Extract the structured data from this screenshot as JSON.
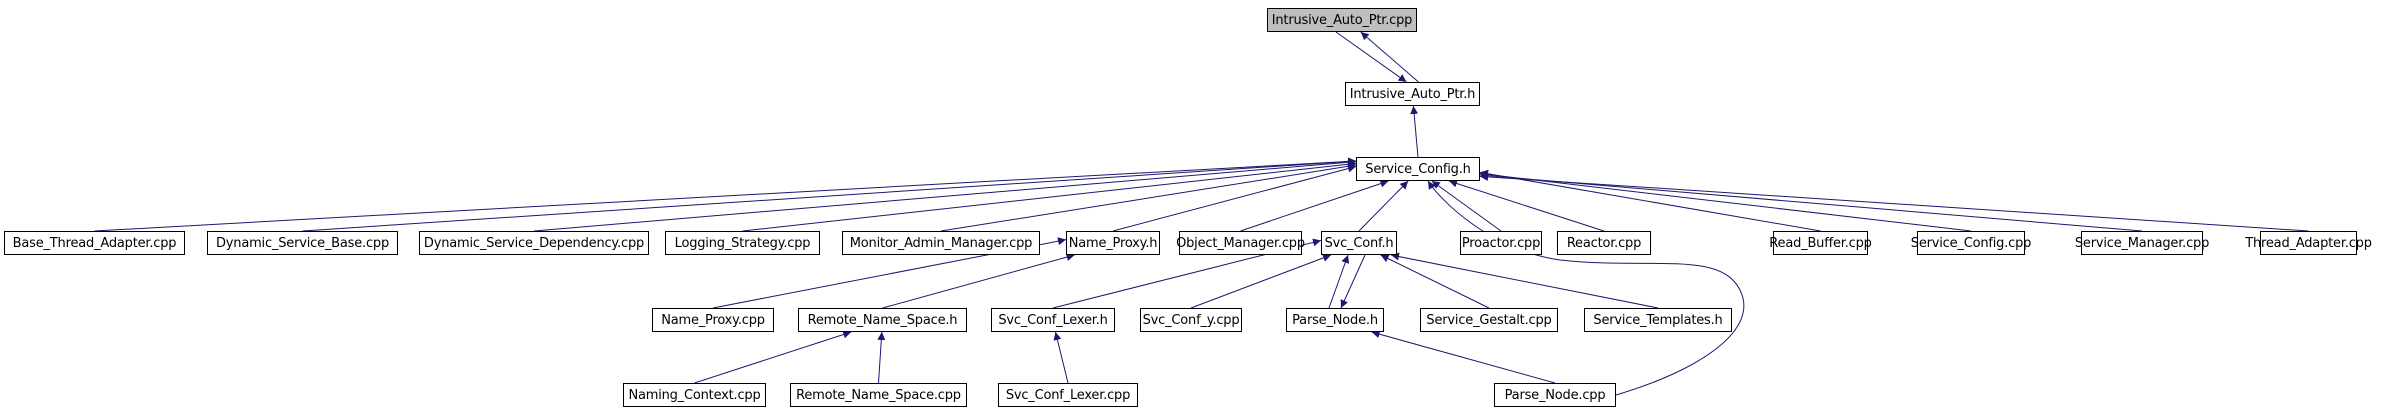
{
  "diagram": {
    "type": "include-dependency-graph",
    "edge_color": "#191970",
    "root_fill": "#bfbfbf",
    "nodes": [
      {
        "id": "intrusive_cpp",
        "label": "Intrusive_Auto_Ptr.cpp",
        "root": true
      },
      {
        "id": "intrusive_h",
        "label": "Intrusive_Auto_Ptr.h"
      },
      {
        "id": "service_config_h",
        "label": "Service_Config.h"
      },
      {
        "id": "base_thread_adapter",
        "label": "Base_Thread_Adapter.cpp"
      },
      {
        "id": "dynamic_service_base",
        "label": "Dynamic_Service_Base.cpp"
      },
      {
        "id": "dynamic_service_dependency",
        "label": "Dynamic_Service_Dependency.cpp"
      },
      {
        "id": "logging_strategy",
        "label": "Logging_Strategy.cpp"
      },
      {
        "id": "monitor_admin_manager",
        "label": "Monitor_Admin_Manager.cpp"
      },
      {
        "id": "name_proxy_h",
        "label": "Name_Proxy.h"
      },
      {
        "id": "object_manager",
        "label": "Object_Manager.cpp"
      },
      {
        "id": "svc_conf_h",
        "label": "Svc_Conf.h"
      },
      {
        "id": "proactor",
        "label": "Proactor.cpp"
      },
      {
        "id": "reactor",
        "label": "Reactor.cpp"
      },
      {
        "id": "read_buffer",
        "label": "Read_Buffer.cpp"
      },
      {
        "id": "service_config_cpp",
        "label": "Service_Config.cpp"
      },
      {
        "id": "service_manager",
        "label": "Service_Manager.cpp"
      },
      {
        "id": "thread_adapter",
        "label": "Thread_Adapter.cpp"
      },
      {
        "id": "name_proxy_cpp",
        "label": "Name_Proxy.cpp"
      },
      {
        "id": "remote_name_space_h",
        "label": "Remote_Name_Space.h"
      },
      {
        "id": "svc_conf_lexer_h",
        "label": "Svc_Conf_Lexer.h"
      },
      {
        "id": "svc_conf_y",
        "label": "Svc_Conf_y.cpp"
      },
      {
        "id": "parse_node_h",
        "label": "Parse_Node.h"
      },
      {
        "id": "service_gestalt",
        "label": "Service_Gestalt.cpp"
      },
      {
        "id": "service_templates_h",
        "label": "Service_Templates.h"
      },
      {
        "id": "naming_context",
        "label": "Naming_Context.cpp"
      },
      {
        "id": "remote_name_space_cpp",
        "label": "Remote_Name_Space.cpp"
      },
      {
        "id": "svc_conf_lexer_cpp",
        "label": "Svc_Conf_Lexer.cpp"
      },
      {
        "id": "parse_node_cpp",
        "label": "Parse_Node.cpp"
      }
    ],
    "edges": [
      {
        "from": "intrusive_h",
        "to": "intrusive_cpp"
      },
      {
        "from": "intrusive_cpp",
        "to": "intrusive_h"
      },
      {
        "from": "service_config_h",
        "to": "intrusive_h"
      },
      {
        "from": "base_thread_adapter",
        "to": "service_config_h"
      },
      {
        "from": "dynamic_service_base",
        "to": "service_config_h"
      },
      {
        "from": "dynamic_service_dependency",
        "to": "service_config_h"
      },
      {
        "from": "logging_strategy",
        "to": "service_config_h"
      },
      {
        "from": "monitor_admin_manager",
        "to": "service_config_h"
      },
      {
        "from": "name_proxy_h",
        "to": "service_config_h"
      },
      {
        "from": "object_manager",
        "to": "service_config_h"
      },
      {
        "from": "svc_conf_h",
        "to": "service_config_h"
      },
      {
        "from": "parse_node_cpp",
        "to": "service_config_h"
      },
      {
        "from": "proactor",
        "to": "service_config_h"
      },
      {
        "from": "reactor",
        "to": "service_config_h"
      },
      {
        "from": "read_buffer",
        "to": "service_config_h"
      },
      {
        "from": "service_config_cpp",
        "to": "service_config_h"
      },
      {
        "from": "service_manager",
        "to": "service_config_h"
      },
      {
        "from": "thread_adapter",
        "to": "service_config_h"
      },
      {
        "from": "name_proxy_cpp",
        "to": "name_proxy_h"
      },
      {
        "from": "remote_name_space_h",
        "to": "name_proxy_h"
      },
      {
        "from": "svc_conf_lexer_h",
        "to": "svc_conf_h"
      },
      {
        "from": "svc_conf_y",
        "to": "svc_conf_h"
      },
      {
        "from": "parse_node_h",
        "to": "svc_conf_h"
      },
      {
        "from": "svc_conf_h",
        "to": "parse_node_h"
      },
      {
        "from": "service_gestalt",
        "to": "svc_conf_h"
      },
      {
        "from": "service_templates_h",
        "to": "svc_conf_h"
      },
      {
        "from": "naming_context",
        "to": "remote_name_space_h"
      },
      {
        "from": "remote_name_space_cpp",
        "to": "remote_name_space_h"
      },
      {
        "from": "svc_conf_lexer_cpp",
        "to": "svc_conf_lexer_h"
      },
      {
        "from": "parse_node_cpp",
        "to": "parse_node_h"
      }
    ]
  }
}
